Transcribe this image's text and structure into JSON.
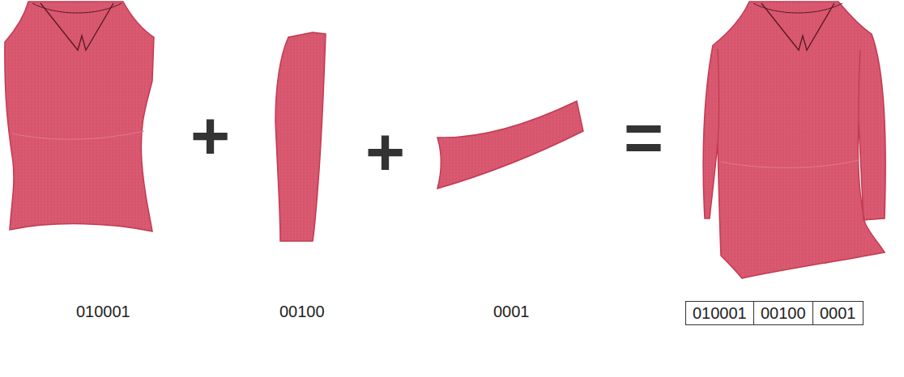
{
  "diagram": {
    "nodes": [
      {
        "text": [
          "010001"
        ]
      },
      {
        "text": [
          "00100"
        ]
      },
      {
        "text": [
          "0001"
        ]
      }
    ],
    "labels": [
      "+",
      "+",
      "=",
      "010001",
      "00100",
      "0001"
    ]
  }
}
